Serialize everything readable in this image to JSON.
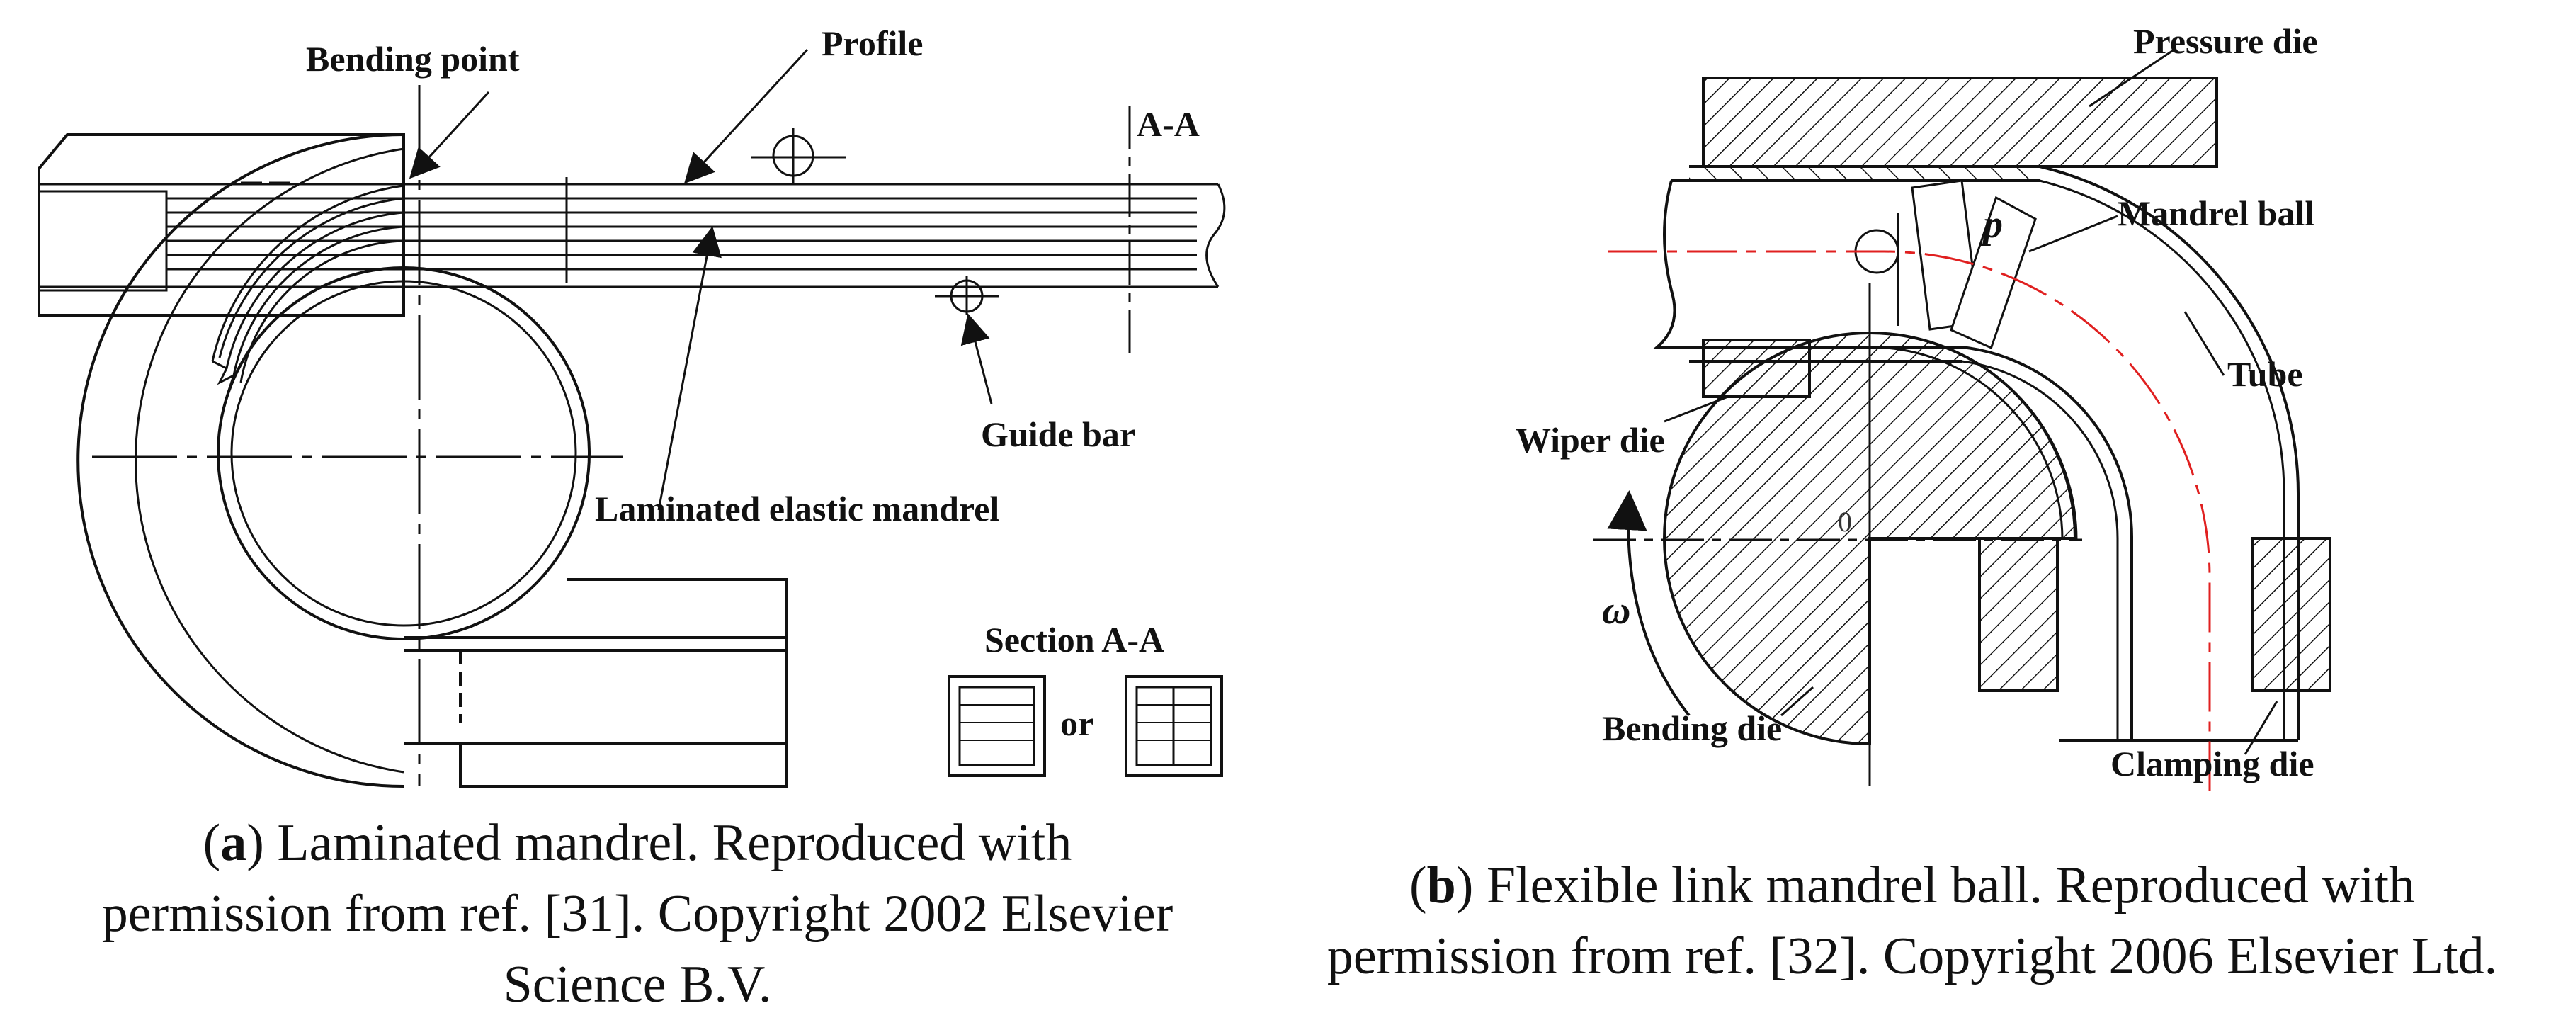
{
  "panel_a": {
    "labels": {
      "bending_point": "Bending point",
      "profile": "Profile",
      "section_marker": "A-A",
      "guide_bar": "Guide bar",
      "mandrel": "Laminated elastic mandrel",
      "section_title": "Section A-A",
      "or": "or"
    },
    "caption": {
      "letter": "a",
      "text_line1": ") Laminated mandrel. Reproduced with",
      "text_line2": "permission from ref. [31]. Copyright 2002 Elsevier",
      "text_line3": "Science B.V."
    }
  },
  "panel_b": {
    "labels": {
      "pressure_die": "Pressure die",
      "mandrel_ball": "Mandrel ball",
      "tube": "Tube",
      "wiper_die": "Wiper die",
      "bending_die": "Bending die",
      "clamping_die": "Clamping die",
      "pressure_symbol": "p",
      "omega": "ω",
      "origin": "0"
    },
    "caption": {
      "letter": "b",
      "text_line1": ") Flexible link mandrel ball. Reproduced with",
      "text_line2": "permission from ref. [32]. Copyright 2006 Elsevier Ltd."
    }
  },
  "colors": {
    "line": "#111111",
    "centerline_red": "#e02020"
  }
}
